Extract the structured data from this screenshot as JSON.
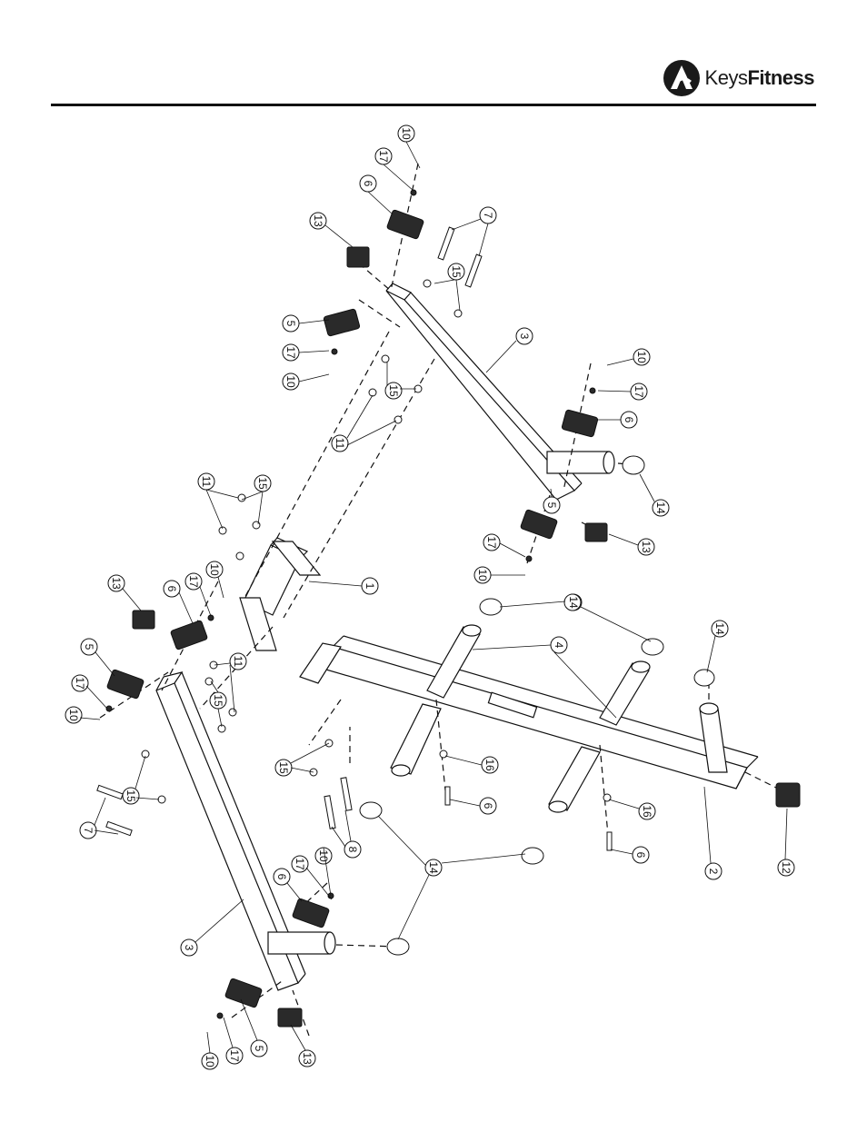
{
  "brand": {
    "light": "Keys",
    "bold": "Fitness",
    "logo_icon": "keysfitness-logo-icon"
  },
  "colors": {
    "ink": "#111111",
    "paper": "#ffffff",
    "part_fill": "#2a2a2a"
  },
  "callouts": [
    "10",
    "17",
    "6",
    "13",
    "7",
    "15",
    "5",
    "17",
    "10",
    "15",
    "11",
    "3",
    "10",
    "17",
    "6",
    "14",
    "5",
    "17",
    "10",
    "13",
    "14",
    "15",
    "11",
    "13",
    "6",
    "17",
    "10",
    "1",
    "5",
    "17",
    "10",
    "11",
    "15",
    "4",
    "14",
    "14",
    "15",
    "7",
    "15",
    "16",
    "6",
    "8",
    "16",
    "6",
    "2",
    "12",
    "10",
    "17",
    "6",
    "3",
    "14",
    "5",
    "17",
    "10",
    "13"
  ]
}
